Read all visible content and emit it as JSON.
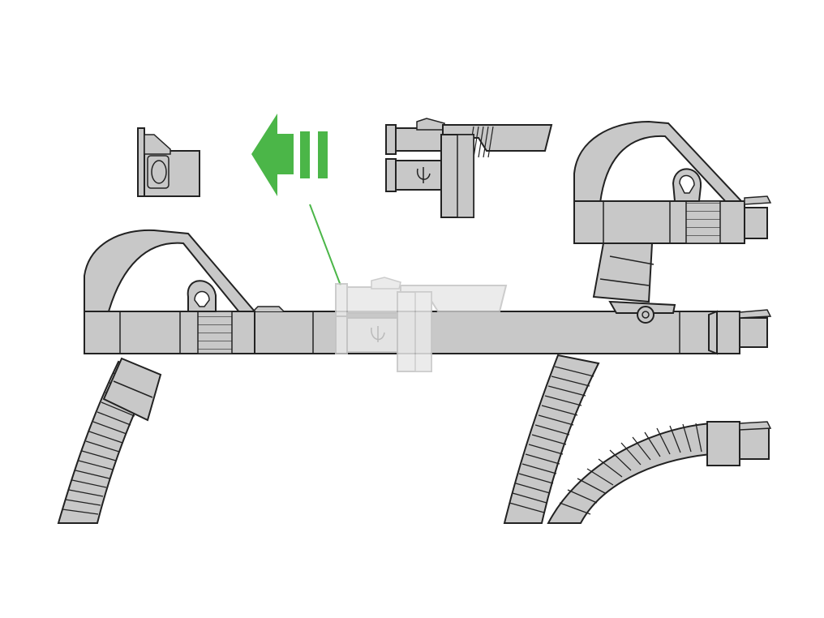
{
  "illustration": {
    "colors": {
      "background": "#ffffff",
      "part_fill": "#c8c8c8",
      "part_stroke": "#222222",
      "ghost_fill": "#e8e8e8",
      "ghost_stroke": "#c4c4c4",
      "arrow": "#4bb648",
      "leader": "#4bb648"
    },
    "icons": [
      "arrow-left-icon",
      "hose-icon",
      "handle-icon",
      "brush-tool-icon",
      "adapter-icon"
    ],
    "parts": [
      {
        "name": "small-adapter"
      },
      {
        "name": "brush-tool"
      },
      {
        "name": "handle-left"
      },
      {
        "name": "handle-right"
      },
      {
        "name": "wand-tube"
      },
      {
        "name": "hose-left"
      },
      {
        "name": "hose-right"
      },
      {
        "name": "hose-coil"
      }
    ]
  }
}
